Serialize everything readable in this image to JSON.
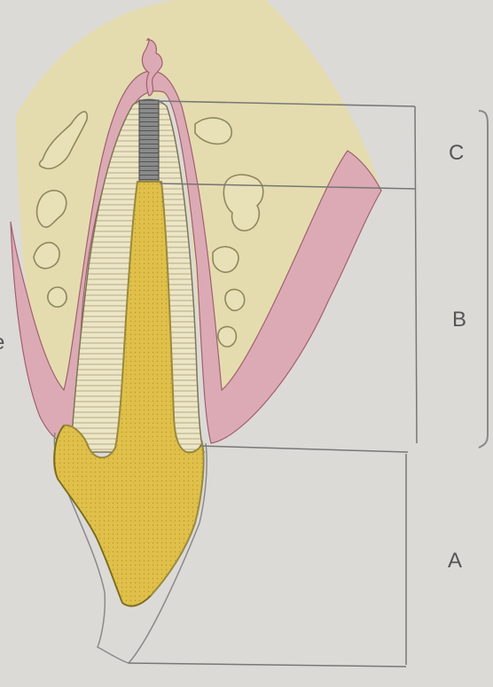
{
  "labels": {
    "a": "A",
    "b": "B",
    "c": "C",
    "edge_fragment": "e"
  },
  "colors": {
    "background": "#dcdad6",
    "bone": "#e4dcae",
    "gum": "#dcaab4",
    "post": "#e0c04a",
    "post_outline": "#9a8a3c",
    "root_dentin": "#ece6c6",
    "gutta_percha": "#8a8a8a",
    "line": "#777777"
  }
}
